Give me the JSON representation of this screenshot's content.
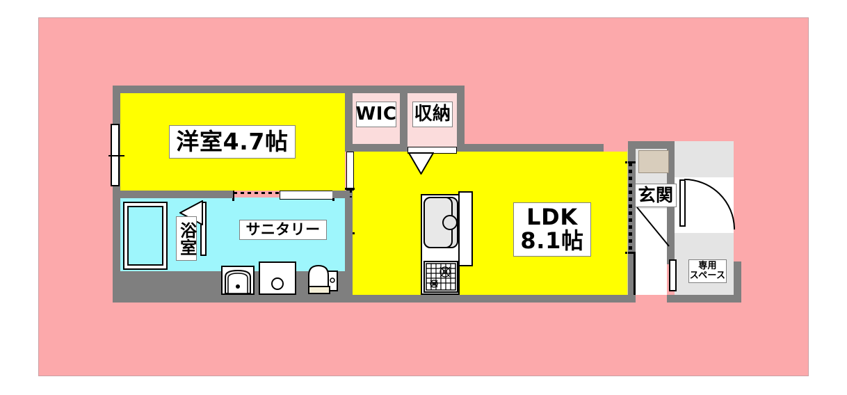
{
  "plan": {
    "title": "floor-plan",
    "background_color": "#fca9ab",
    "wall_color": "#7f7f7f",
    "colors": {
      "living_yellow": "#ffff00",
      "water_cyan": "#9ef6fc",
      "closet_pink": "#fbdcdc",
      "entry_grey": "#e4e4e4",
      "shoebox_beige": "#d8cdbc",
      "outline_black": "#000000"
    }
  },
  "rooms": {
    "bedroom": {
      "label": "洋室4.7帖",
      "name_short": "洋室",
      "size": "4.7帖"
    },
    "wic": {
      "label": "WIC"
    },
    "storage": {
      "label": "収納"
    },
    "ldk": {
      "label": "LDK\n8.1帖",
      "name_short": "LDK",
      "size": "8.1帖"
    },
    "bath": {
      "label": "浴室"
    },
    "sanitary": {
      "label": "サニタリー"
    },
    "entrance": {
      "label": "玄関"
    },
    "private_space": {
      "label": "専用\nスペース"
    }
  },
  "fixtures": {
    "bathtub": "bathtub",
    "sink": "vanity-sink",
    "washer": "washing-machine-space",
    "toilet": "toilet",
    "kitchen_sink": "kitchen-sink",
    "stove": "gas-stove",
    "shoe_box": "shoe-cabinet",
    "entrance_door": "entrance-door",
    "bedroom_window": "window",
    "bath_door": "folding-door",
    "storage_door": "folding-door",
    "sanitary_sliding_door": "sliding-door",
    "ldk_entry_sliding_door": "sliding-door"
  }
}
